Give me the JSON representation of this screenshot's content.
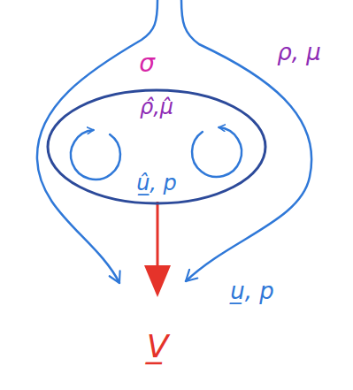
{
  "diagram": {
    "nodes": [
      {
        "text": [
          "ρ̂,μ̂",
          "û̲, p"
        ]
      }
    ],
    "labels": [
      "σ",
      "ρ, μ",
      "u̲, p",
      "V̲"
    ]
  }
}
